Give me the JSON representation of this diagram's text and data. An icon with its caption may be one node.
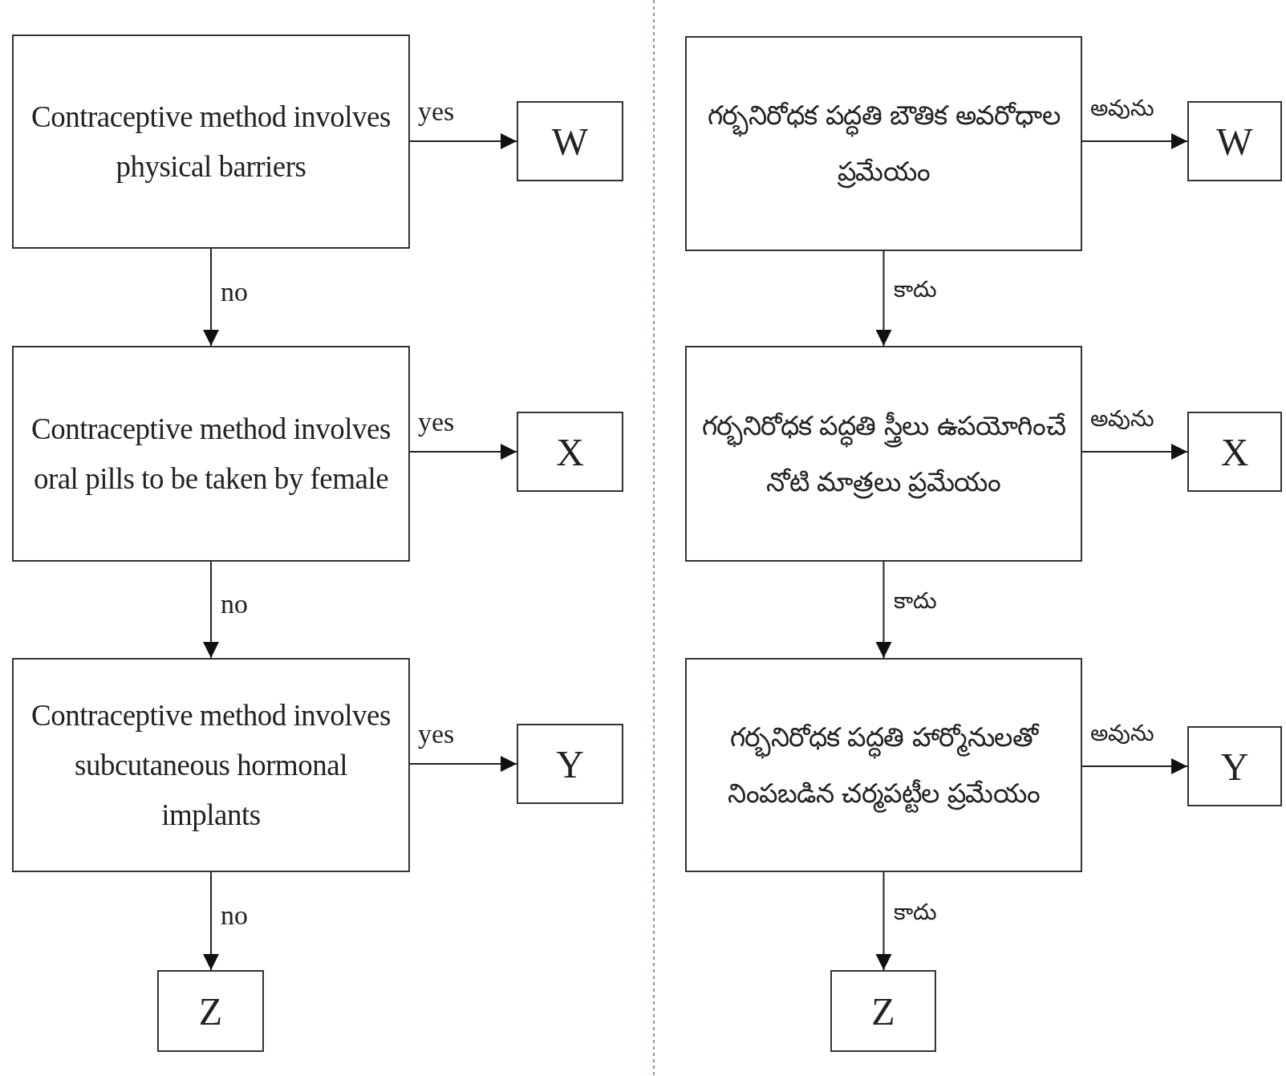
{
  "diagram": {
    "nodes": [
      {
        "text": [
          "Contraceptive method involves physical barriers"
        ]
      },
      {
        "text": [
          "W"
        ]
      },
      {
        "text": [
          "Contraceptive method involves oral pills to be taken by female"
        ]
      },
      {
        "text": [
          "X"
        ]
      },
      {
        "text": [
          "Contraceptive method involves subcutaneous hormonal implants"
        ]
      },
      {
        "text": [
          "Y"
        ]
      },
      {
        "text": [
          "Z"
        ]
      },
      {
        "text": [
          "గర్భనిరోధక పద్ధతి బౌతిక అవరోధాల ప్రమేయం"
        ]
      },
      {
        "text": [
          "W"
        ]
      },
      {
        "text": [
          "గర్భనిరోధక పద్ధతి స్త్రీలు ఉపయోగించే నోటి మాత్రలు ప్రమేయం"
        ]
      },
      {
        "text": [
          "X"
        ]
      },
      {
        "text": [
          "గర్భనిరోధక పద్ధతి హార్మోనులతో నింపబడిన చర్మపట్టీల ప్రమేయం"
        ]
      },
      {
        "text": [
          "Y"
        ]
      },
      {
        "text": [
          "Z"
        ]
      }
    ],
    "edges": [
      {
        "from": 0,
        "to": 1,
        "arrow": "to",
        "label": "yes"
      },
      {
        "from": 0,
        "to": 2,
        "arrow": "to",
        "label": "no"
      },
      {
        "from": 2,
        "to": 3,
        "arrow": "to",
        "label": "yes"
      },
      {
        "from": 2,
        "to": 4,
        "arrow": "to",
        "label": "no"
      },
      {
        "from": 4,
        "to": 5,
        "arrow": "to",
        "label": "yes"
      },
      {
        "from": 4,
        "to": 6,
        "arrow": "to",
        "label": "no"
      },
      {
        "from": 7,
        "to": 8,
        "arrow": "to",
        "label": "అవును"
      },
      {
        "from": 7,
        "to": 9,
        "arrow": "to",
        "label": "కాదు"
      },
      {
        "from": 9,
        "to": 10,
        "arrow": "to",
        "label": "అవును"
      },
      {
        "from": 9,
        "to": 11,
        "arrow": "to",
        "label": "కాదు"
      },
      {
        "from": 11,
        "to": 12,
        "arrow": "to",
        "label": "అవును"
      },
      {
        "from": 11,
        "to": 13,
        "arrow": "to",
        "label": "కాదు"
      }
    ]
  }
}
